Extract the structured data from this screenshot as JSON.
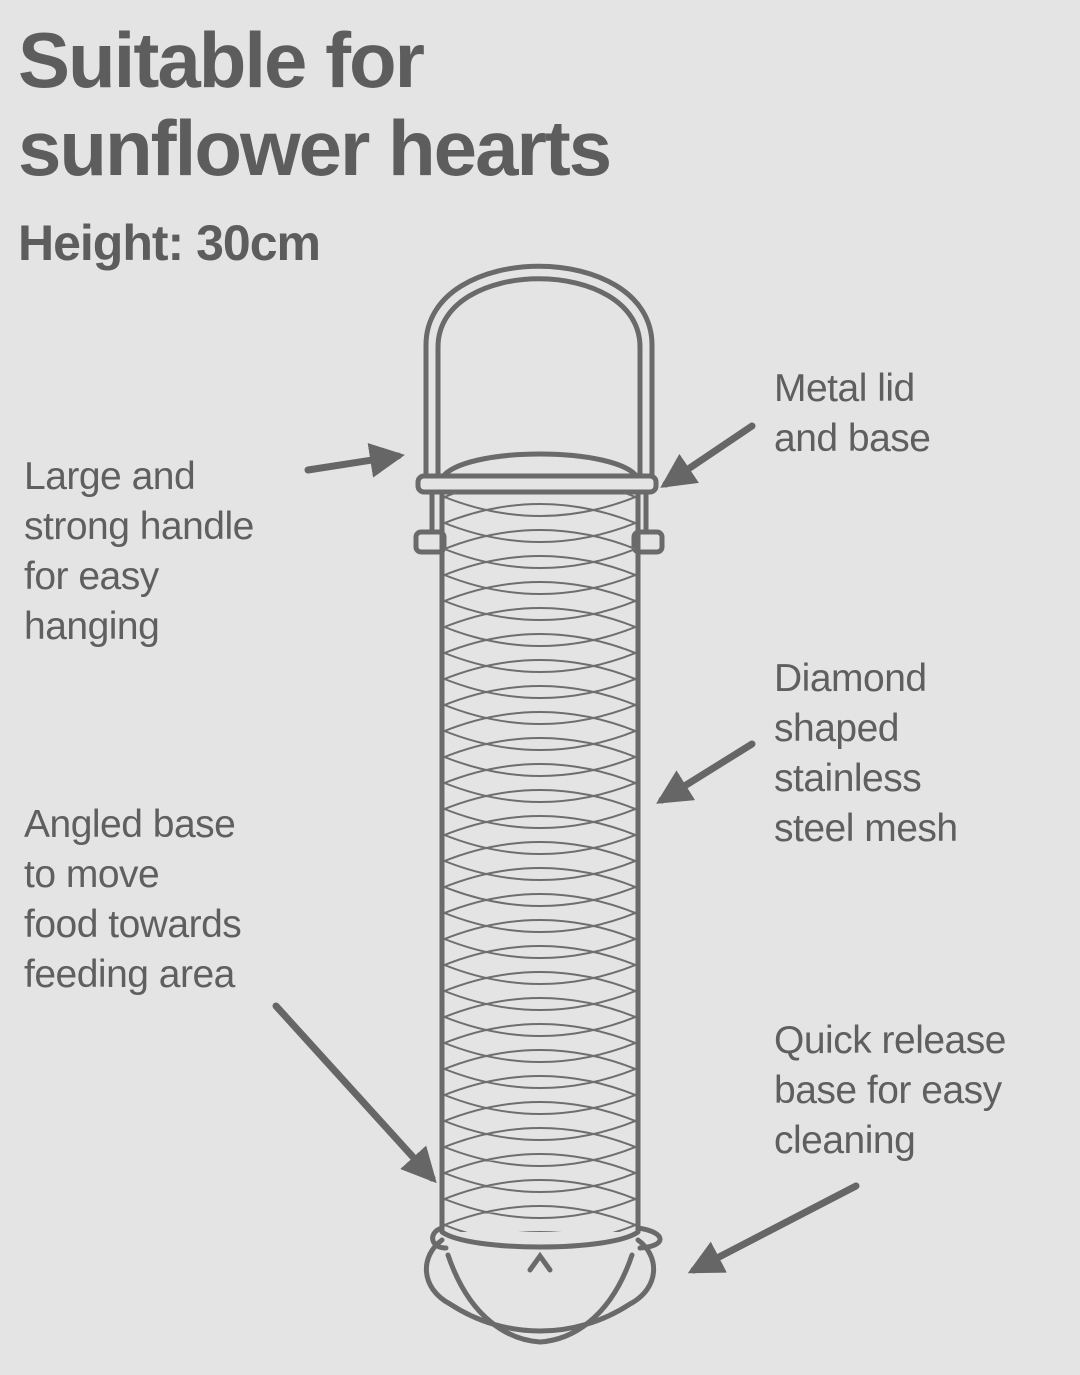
{
  "title": {
    "line1": "Suitable for",
    "line2": "sunflower hearts"
  },
  "height_text": "Height: 30cm",
  "callouts": {
    "handle": [
      "Large and",
      "strong handle",
      "for easy",
      "hanging"
    ],
    "lid": [
      "Metal lid",
      "and base"
    ],
    "mesh": [
      "Diamond",
      "shaped",
      "stainless",
      "steel mesh"
    ],
    "angled": [
      "Angled base",
      "to move",
      "food towards",
      "feeding area"
    ],
    "release": [
      "Quick release",
      "base for easy",
      "cleaning"
    ]
  },
  "colors": {
    "background": "#e4e4e4",
    "text": "#5d5d5d",
    "line": "#6a6a6a",
    "arrow": "#666666"
  }
}
